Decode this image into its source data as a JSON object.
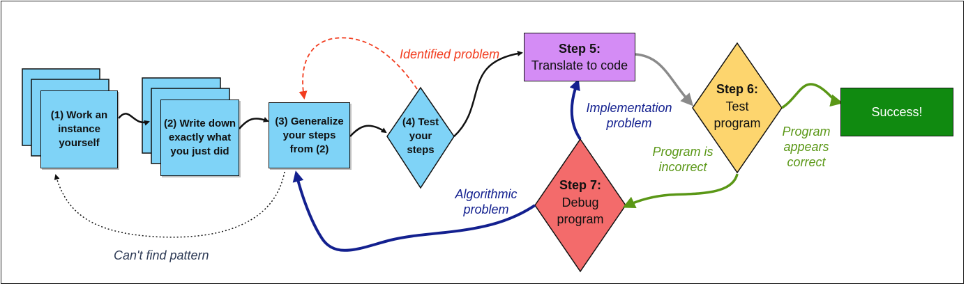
{
  "nodes": {
    "step1": "(1) Work an\ninstance\nyourself",
    "step2": "(2) Write down\nexactly what\nyou just did",
    "step3": "(3) Generalize\nyour steps\nfrom (2)",
    "step4": "(4) Test\nyour\nsteps",
    "step5_title": "Step 5:",
    "step5_body": "Translate to code",
    "step6_title": "Step 6:",
    "step6_body": "Test\nprogram",
    "step7_title": "Step 7:",
    "step7_body": "Debug\nprogram",
    "success": "Success!"
  },
  "edge_labels": {
    "identified_problem": "Identified problem",
    "implementation_problem": "Implementation\nproblem",
    "program_incorrect": "Program is\nincorrect",
    "program_correct": "Program\nappears\ncorrect",
    "algorithmic_problem": "Algorithmic\nproblem",
    "cant_find_pattern": "Can't find pattern"
  },
  "colors": {
    "step_blue": "#7fd3f7",
    "step5_purple": "#d48cf5",
    "step6_yellow": "#fdd56e",
    "step7_red": "#f36b6b",
    "success_green": "#108a10",
    "arrow_red": "#f23c1e",
    "arrow_blue": "#13208f",
    "arrow_green": "#5a9716",
    "arrow_gray": "#8a8a8a"
  }
}
